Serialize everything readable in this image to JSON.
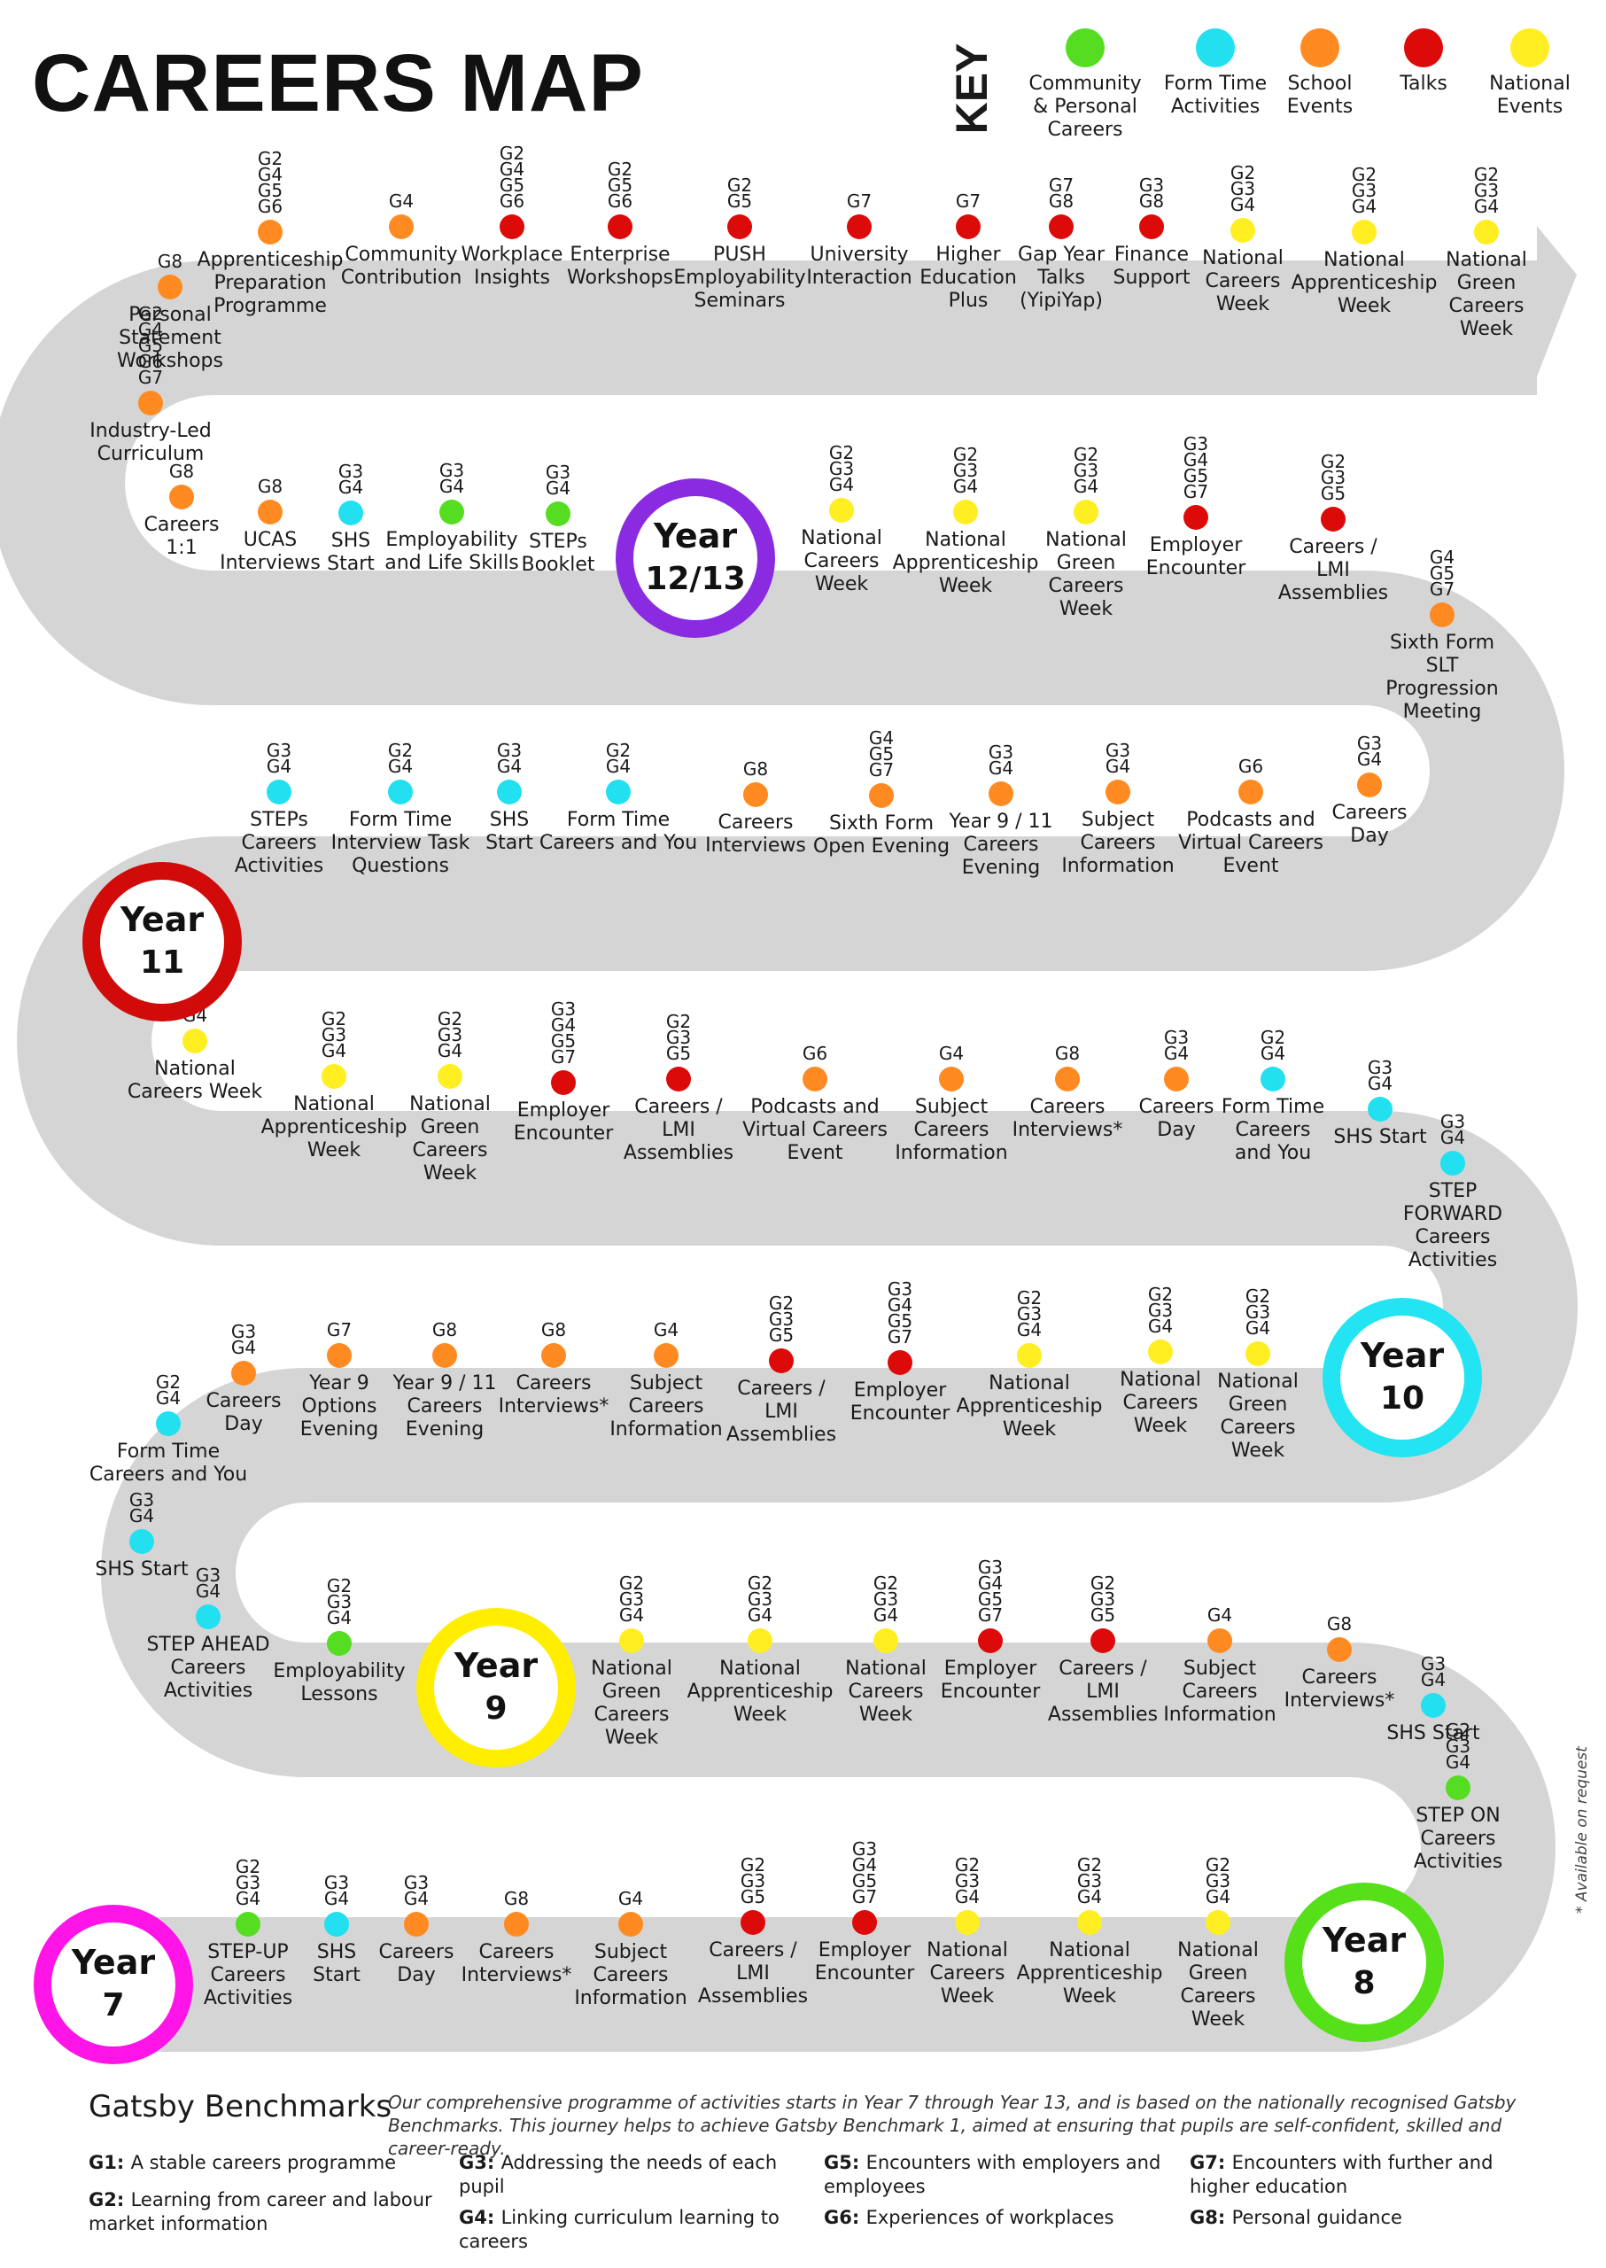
{
  "title": "CAREERS MAP",
  "key": {
    "label": "KEY",
    "items": [
      {
        "label": "Community & Personal Careers",
        "color": "#55dd22"
      },
      {
        "label": "Form Time Activities",
        "color": "#22e0f0"
      },
      {
        "label": "School Events",
        "color": "#ff8a22"
      },
      {
        "label": "Talks",
        "color": "#dd0a0a"
      },
      {
        "label": "National Events",
        "color": "#ffee22"
      }
    ]
  },
  "colors": {
    "path": "#d5d5d5",
    "community": "#55dd22",
    "form": "#22e0f0",
    "school": "#ff8a22",
    "talk": "#dd0a0a",
    "national": "#ffee22"
  },
  "years": [
    {
      "label": "Year",
      "number": "12/13",
      "color": "#8a2be2"
    },
    {
      "label": "Year",
      "number": "11",
      "color": "#d10a0a"
    },
    {
      "label": "Year",
      "number": "10",
      "color": "#22e4f2"
    },
    {
      "label": "Year",
      "number": "9",
      "color": "#ffee00"
    },
    {
      "label": "Year",
      "number": "8",
      "color": "#55e01a"
    },
    {
      "label": "Year",
      "number": "7",
      "color": "#ff14e8"
    }
  ],
  "activities": [
    {
      "text": "Apprenticeship\nPreparation\nProgramme",
      "g": "G2\nG4\nG5\nG6",
      "type": "school"
    },
    {
      "text": "Community\nContribution",
      "g": "G4",
      "type": "school"
    },
    {
      "text": "Workplace\nInsights",
      "g": "G2\nG4\nG5\nG6",
      "type": "talk"
    },
    {
      "text": "Enterprise\nWorkshops",
      "g": "G2\nG5\nG6",
      "type": "talk"
    },
    {
      "text": "PUSH\nEmployability\nSeminars",
      "g": "G2\nG5",
      "type": "talk"
    },
    {
      "text": "University\nInteraction",
      "g": "G7",
      "type": "talk"
    },
    {
      "text": "Higher\nEducation\nPlus",
      "g": "G7",
      "type": "talk"
    },
    {
      "text": "Gap Year\nTalks\n(YipiYap)",
      "g": "G7\nG8",
      "type": "talk"
    },
    {
      "text": "Finance\nSupport",
      "g": "G3\nG8",
      "type": "talk"
    },
    {
      "text": "National\nCareers\nWeek",
      "g": "G2\nG3\nG4",
      "type": "national"
    },
    {
      "text": "National\nApprenticeship\nWeek",
      "g": "G2\nG3\nG4",
      "type": "national"
    },
    {
      "text": "National\nGreen\nCareers\nWeek",
      "g": "G2\nG3\nG4",
      "type": "national"
    },
    {
      "text": "Personal\nStatement\nWorkshops",
      "g": "G8",
      "type": "school"
    },
    {
      "text": "Industry-Led\nCurriculum",
      "g": "G2\nG4\nG5\nG6\nG7",
      "type": "school"
    },
    {
      "text": "Careers\n1:1",
      "g": "G8",
      "type": "school"
    },
    {
      "text": "UCAS\nInterviews",
      "g": "G8",
      "type": "school"
    },
    {
      "text": "SHS\nStart",
      "g": "G3\nG4",
      "type": "form"
    },
    {
      "text": "Employability\nand Life Skills",
      "g": "G3\nG4",
      "type": "community"
    },
    {
      "text": "STEPs\nBooklet",
      "g": "G3\nG4",
      "type": "community"
    },
    {
      "text": "National\nCareers\nWeek",
      "g": "G2\nG3\nG4",
      "type": "national"
    },
    {
      "text": "National\nApprenticeship\nWeek",
      "g": "G2\nG3\nG4",
      "type": "national"
    },
    {
      "text": "National\nGreen\nCareers\nWeek",
      "g": "G2\nG3\nG4",
      "type": "national"
    },
    {
      "text": "Employer\nEncounter",
      "g": "G3\nG4\nG5\nG7",
      "type": "talk"
    },
    {
      "text": "Careers /\nLMI\nAssemblies",
      "g": "G2\nG3\nG5",
      "type": "talk"
    },
    {
      "text": "Sixth Form\nSLT\nProgression\nMeeting",
      "g": "G4\nG5\nG7",
      "type": "school"
    },
    {
      "text": "STEPs\nCareers\nActivities",
      "g": "G3\nG4",
      "type": "form"
    },
    {
      "text": "Form Time\nInterview Task\nQuestions",
      "g": "G2\nG4",
      "type": "form"
    },
    {
      "text": "SHS\nStart",
      "g": "G3\nG4",
      "type": "form"
    },
    {
      "text": "Form Time\nCareers and You",
      "g": "G2\nG4",
      "type": "form"
    },
    {
      "text": "Careers\nInterviews",
      "g": "G8",
      "type": "school"
    },
    {
      "text": "Sixth Form\nOpen Evening",
      "g": "G4\nG5\nG7",
      "type": "school"
    },
    {
      "text": "Year 9 / 11\nCareers\nEvening",
      "g": "G3\nG4",
      "type": "school"
    },
    {
      "text": "Subject\nCareers\nInformation",
      "g": "G3\nG4",
      "type": "school"
    },
    {
      "text": "Podcasts and\nVirtual Careers\nEvent",
      "g": "G6",
      "type": "school"
    },
    {
      "text": "Careers\nDay",
      "g": "G3\nG4",
      "type": "school"
    },
    {
      "text": "National\nCareers Week",
      "g": "G2\nG3\nG4",
      "type": "national"
    },
    {
      "text": "National\nApprenticeship\nWeek",
      "g": "G2\nG3\nG4",
      "type": "national"
    },
    {
      "text": "National\nGreen\nCareers\nWeek",
      "g": "G2\nG3\nG4",
      "type": "national"
    },
    {
      "text": "Employer\nEncounter",
      "g": "G3\nG4\nG5\nG7",
      "type": "talk"
    },
    {
      "text": "Careers /\nLMI\nAssemblies",
      "g": "G2\nG3\nG5",
      "type": "talk"
    },
    {
      "text": "Podcasts and\nVirtual Careers\nEvent",
      "g": "G6",
      "type": "school"
    },
    {
      "text": "Subject\nCareers\nInformation",
      "g": "G4",
      "type": "school"
    },
    {
      "text": "Careers\nInterviews*",
      "g": "G8",
      "type": "school"
    },
    {
      "text": "Careers\nDay",
      "g": "G3\nG4",
      "type": "school"
    },
    {
      "text": "Form Time\nCareers\nand You",
      "g": "G2\nG4",
      "type": "form"
    },
    {
      "text": "SHS Start",
      "g": "G3\nG4",
      "type": "form"
    },
    {
      "text": "STEP\nFORWARD\nCareers\nActivities",
      "g": "G3\nG4",
      "type": "form"
    },
    {
      "text": "Careers\nDay",
      "g": "G3\nG4",
      "type": "school"
    },
    {
      "text": "Year 9\nOptions\nEvening",
      "g": "G7",
      "type": "school"
    },
    {
      "text": "Year 9 / 11\nCareers\nEvening",
      "g": "G8",
      "type": "school"
    },
    {
      "text": "Careers\nInterviews*",
      "g": "G8",
      "type": "school"
    },
    {
      "text": "Subject\nCareers\nInformation",
      "g": "G4",
      "type": "school"
    },
    {
      "text": "Careers /\nLMI\nAssemblies",
      "g": "G2\nG3\nG5",
      "type": "talk"
    },
    {
      "text": "Employer\nEncounter",
      "g": "G3\nG4\nG5\nG7",
      "type": "talk"
    },
    {
      "text": "National\nApprenticeship\nWeek",
      "g": "G2\nG3\nG4",
      "type": "national"
    },
    {
      "text": "National\nCareers\nWeek",
      "g": "G2\nG3\nG4",
      "type": "national"
    },
    {
      "text": "National\nGreen\nCareers\nWeek",
      "g": "G2\nG3\nG4",
      "type": "national"
    },
    {
      "text": "Form Time\nCareers and You",
      "g": "G2\nG4",
      "type": "form"
    },
    {
      "text": "SHS Start",
      "g": "G3\nG4",
      "type": "form"
    },
    {
      "text": "STEP AHEAD\nCareers\nActivities",
      "g": "G3\nG4",
      "type": "form"
    },
    {
      "text": "Employability\nLessons",
      "g": "G2\nG3\nG4",
      "type": "community"
    },
    {
      "text": "National\nGreen\nCareers\nWeek",
      "g": "G2\nG3\nG4",
      "type": "national"
    },
    {
      "text": "National\nApprenticeship\nWeek",
      "g": "G2\nG3\nG4",
      "type": "national"
    },
    {
      "text": "National\nCareers\nWeek",
      "g": "G2\nG3\nG4",
      "type": "national"
    },
    {
      "text": "Employer\nEncounter",
      "g": "G3\nG4\nG5\nG7",
      "type": "talk"
    },
    {
      "text": "Careers /\nLMI\nAssemblies",
      "g": "G2\nG3\nG5",
      "type": "talk"
    },
    {
      "text": "Subject\nCareers\nInformation",
      "g": "G4",
      "type": "school"
    },
    {
      "text": "Careers\nInterviews*",
      "g": "G8",
      "type": "school"
    },
    {
      "text": "SHS Start",
      "g": "G3\nG4",
      "type": "form"
    },
    {
      "text": "STEP ON\nCareers\nActivities",
      "g": "G2\nG3\nG4",
      "type": "community"
    },
    {
      "text": "STEP-UP\nCareers\nActivities",
      "g": "G2\nG3\nG4",
      "type": "community"
    },
    {
      "text": "SHS\nStart",
      "g": "G3\nG4",
      "type": "form"
    },
    {
      "text": "Careers\nDay",
      "g": "G3\nG4",
      "type": "school"
    },
    {
      "text": "Careers\nInterviews*",
      "g": "G8",
      "type": "school"
    },
    {
      "text": "Subject\nCareers\nInformation",
      "g": "G4",
      "type": "school"
    },
    {
      "text": "Careers /\nLMI\nAssemblies",
      "g": "G2\nG3\nG5",
      "type": "talk"
    },
    {
      "text": "Employer\nEncounter",
      "g": "G3\nG4\nG5\nG7",
      "type": "talk"
    },
    {
      "text": "National\nCareers\nWeek",
      "g": "G2\nG3\nG4",
      "type": "national"
    },
    {
      "text": "National\nApprenticeship\nWeek",
      "g": "G2\nG3\nG4",
      "type": "national"
    },
    {
      "text": "National\nGreen\nCareers\nWeek",
      "g": "G2\nG3\nG4",
      "type": "national"
    }
  ],
  "footer": {
    "title": "Gatsby Benchmarks",
    "description": "Our comprehensive programme of activities starts in Year 7 through Year 13, and is based on the nationally recognised Gatsby Benchmarks. This journey helps to achieve Gatsby Benchmark 1, aimed at ensuring that pupils are self-confident, skilled and career-ready.",
    "available_note": "* Available on request",
    "benchmarks": [
      {
        "code": "G1:",
        "text": "A stable careers programme"
      },
      {
        "code": "G2:",
        "text": "Learning from career and labour market information"
      },
      {
        "code": "G3:",
        "text": "Addressing the needs of each pupil"
      },
      {
        "code": "G4:",
        "text": "Linking curriculum learning to careers"
      },
      {
        "code": "G5:",
        "text": "Encounters with employers and employees"
      },
      {
        "code": "G6:",
        "text": "Experiences of workplaces"
      },
      {
        "code": "G7:",
        "text": "Encounters with further and higher education"
      },
      {
        "code": "G8:",
        "text": "Personal guidance"
      }
    ]
  }
}
